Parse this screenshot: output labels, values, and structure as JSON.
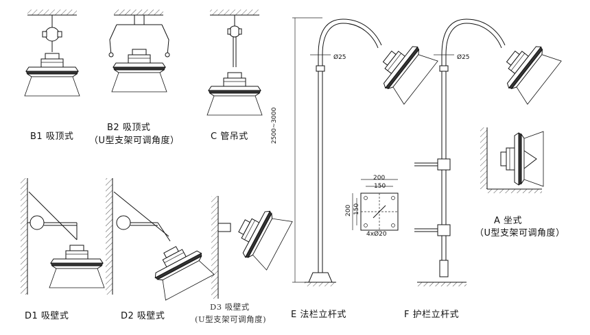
{
  "labels": {
    "b1": "B1 吸顶式",
    "b2_title": "B2 吸顶式",
    "b2_sub": "（U型支架可调角度）",
    "c": "C 管吊式",
    "d1": "D1 吸壁式",
    "d2": "D2 吸壁式",
    "d3_title": "D3  吸壁式",
    "d3_sub": "(U型支架可调角度)",
    "e": "E 法栏立杆式",
    "f": "F 护栏立杆式",
    "a_title": "A 坐式",
    "a_sub": "（U型支架可调角度）"
  },
  "dimensions": {
    "pole_dia_e": "Ø25",
    "pole_dia_f": "Ø25",
    "pole_height": "2500~3000",
    "plate_w_outer": "200",
    "plate_w_inner": "150",
    "plate_h_outer": "200",
    "plate_h_inner": "150",
    "bolt_holes": "4xØ20"
  }
}
